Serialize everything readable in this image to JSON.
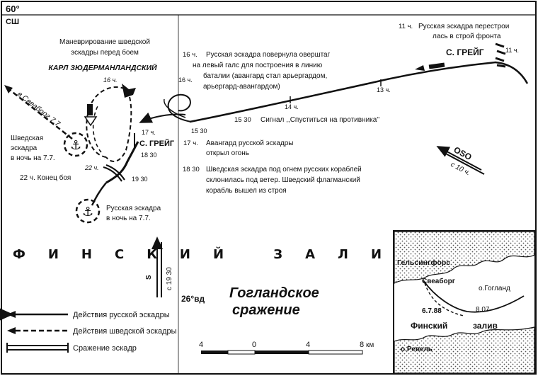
{
  "corner": {
    "lat": "60°",
    "hemisphere": "СШ"
  },
  "title": [
    "Гогландское",
    "сражение"
  ],
  "sea_label": "ФИНСКИЙ ЗАЛИВ",
  "meridian": "26°вд",
  "north_left": {
    "heading": "Маневрирование шведской эскадры перед боем",
    "heading_lines": [
      "Маневрирование шведской",
      "эскадры перед боем"
    ],
    "flagship": "КАРЛ ЗЮДЕРМАНЛАНДСКИЙ",
    "to_sveaborg": "в Свеаборг 7.7",
    "swedish_anchor": [
      "Шведская",
      "эскадра",
      "в ночь на 7.7."
    ],
    "russian_anchor": [
      "Русская эскадра",
      "в ночь на 7.7."
    ],
    "end_battle": "22 ч. Конец боя",
    "greig_label": "С. ГРЕЙГ",
    "times": {
      "t16": "16 ч.",
      "t16b": "16 ч.",
      "t17": "17 ч.",
      "t1830": "18 30",
      "t22": "22 ч.",
      "t1930": "19 30",
      "t1530": "15 30"
    }
  },
  "events": [
    {
      "time": "11 ч.",
      "text": [
        "Русская эскадра перестрои",
        "лась в строй фронта"
      ]
    },
    {
      "time": "16 ч.",
      "text": [
        "Русская эскадра повернула оверштаг",
        "на левый галс для построения в линию",
        "баталии (авангард стал арьергардом,",
        "арьергард-авангардом)"
      ]
    },
    {
      "time": "15 30",
      "text": [
        "Сигнал ,,Спуститься на противника''"
      ]
    },
    {
      "time": "17 ч.",
      "text": [
        "Авангард русской эскадры",
        "открыл огонь"
      ]
    },
    {
      "time": "18 30",
      "text": [
        "Шведская эскадра под огнем русских кораблей",
        "склонилась под ветер. Шведский флагманский",
        "корабль вышел из строя"
      ]
    }
  ],
  "track_labels": {
    "greig_east": "С. ГРЕЙГ",
    "east_11": "11 ч.",
    "t13": "13 ч.",
    "t14": "14 ч."
  },
  "wind": {
    "direction": "OSO",
    "time": "с 10 ч."
  },
  "wind_s": {
    "direction": "S",
    "time": "с 19 30"
  },
  "legend": [
    {
      "label": "Действия русской эскадры",
      "style": "russian"
    },
    {
      "label": "Действия шведской эскадры",
      "style": "swedish"
    },
    {
      "label": "Сражение эскадр",
      "style": "battle"
    }
  ],
  "scale": {
    "ticks": [
      "4",
      "0",
      "4",
      "8"
    ],
    "unit": "км"
  },
  "inset": {
    "helsingfors": "Гельсингфорс",
    "sveaborg": "Свеаборг",
    "hogland": "о.Гогланд",
    "revel": "о.Ревель",
    "d1": "6.7.88",
    "d2": "8.07",
    "gulf": [
      "Финский",
      "залив"
    ]
  },
  "colors": {
    "ink": "#111111",
    "paper": "#ffffff"
  }
}
